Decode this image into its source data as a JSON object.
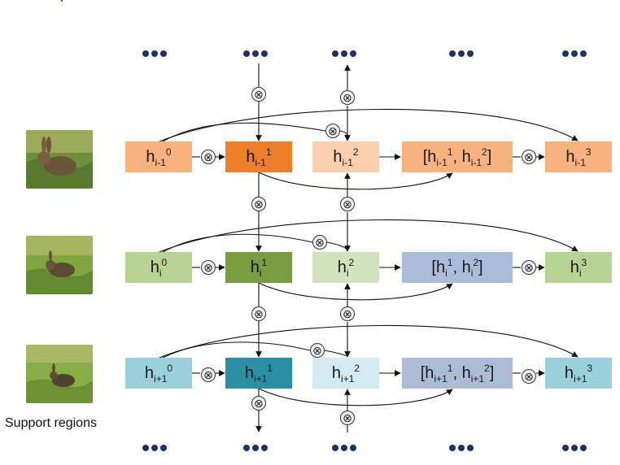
{
  "caption": "Support regions",
  "otimes_symbol": "⊗",
  "colors": {
    "row_top": [
      "#f7b27d",
      "#ef7f2a",
      "#f9cfae",
      "#f7b27d",
      "#f7b27d"
    ],
    "row_mid": [
      "#b7d293",
      "#7a9c41",
      "#d3e2bf",
      "#a9bcd9",
      "#b7d293"
    ],
    "row_bot": [
      "#99d0dc",
      "#2b8fa4",
      "#d1ebf0",
      "#adbcd6",
      "#99d0dc"
    ]
  },
  "rows": [
    {
      "id": "top",
      "nodes": [
        {
          "base": "h",
          "sub": "i-1",
          "sup": "0"
        },
        {
          "base": "h",
          "sub": "i-1",
          "sup": "1"
        },
        {
          "base": "h",
          "sub": "i-1",
          "sup": "2"
        },
        {
          "open": "[",
          "a_base": "h",
          "a_sub": "i-1",
          "a_sup": "1",
          "sep": ", ",
          "b_base": "h",
          "b_sub": "i-1",
          "b_sup": "2",
          "close": "]"
        },
        {
          "base": "h",
          "sub": "i-1",
          "sup": "3"
        }
      ]
    },
    {
      "id": "mid",
      "nodes": [
        {
          "base": "h",
          "sub": "i",
          "sup": "0"
        },
        {
          "base": "h",
          "sub": "i",
          "sup": "1"
        },
        {
          "base": "h",
          "sub": "i",
          "sup": "2"
        },
        {
          "open": "[",
          "a_base": "h",
          "a_sub": "i",
          "a_sup": "1",
          "sep": ", ",
          "b_base": "h",
          "b_sub": "i",
          "b_sup": "2",
          "close": "]"
        },
        {
          "base": "h",
          "sub": "i",
          "sup": "3"
        }
      ]
    },
    {
      "id": "bot",
      "nodes": [
        {
          "base": "h",
          "sub": "i+1",
          "sup": "0"
        },
        {
          "base": "h",
          "sub": "i+1",
          "sup": "1"
        },
        {
          "base": "h",
          "sub": "i+1",
          "sup": "2"
        },
        {
          "open": "[",
          "a_base": "h",
          "a_sub": "i+1",
          "a_sup": "1",
          "sep": ", ",
          "b_base": "h",
          "b_sub": "i+1",
          "b_sup": "2",
          "close": "]"
        },
        {
          "base": "h",
          "sub": "i+1",
          "sup": "3"
        }
      ]
    }
  ]
}
